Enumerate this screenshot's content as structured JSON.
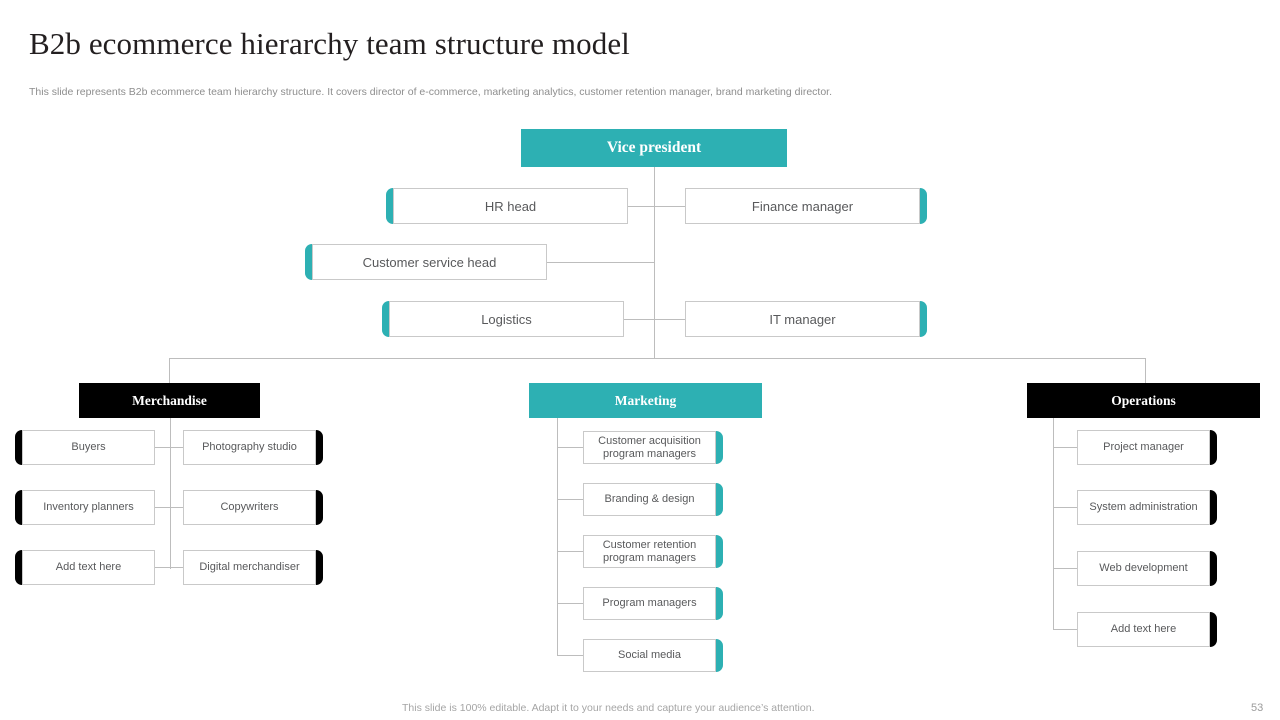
{
  "slide": {
    "title": "B2b ecommerce hierarchy team structure model",
    "subtitle": "This slide represents  B2b ecommerce team hierarchy structure. It covers director of e-commerce, marketing analytics, customer retention manager, brand marketing director.",
    "footer_note": "This slide is 100% editable. Adapt it to your needs and capture your audience’s attention.",
    "page_number": "53"
  },
  "colors": {
    "accent_teal": "#2db0b3",
    "accent_black": "#000000",
    "card_border": "#c9c9c9",
    "card_text": "#58595b",
    "connector": "#bdbdbd",
    "title_text": "#231f20",
    "subtitle_text": "#8e8e8e",
    "footer_text": "#a5a5a5"
  },
  "chart_data": {
    "type": "diagram",
    "diagram_kind": "organization-hierarchy",
    "title": "B2b ecommerce hierarchy team structure model",
    "root": {
      "label": "Vice president",
      "style": "teal-filled"
    },
    "executives": [
      {
        "label": "HR head",
        "side": "left",
        "accent": "teal"
      },
      {
        "label": "Finance manager",
        "side": "right",
        "accent": "teal"
      },
      {
        "label": "Customer service head",
        "side": "left",
        "accent": "teal"
      },
      {
        "label": "Logistics",
        "side": "left",
        "accent": "teal"
      },
      {
        "label": "IT manager",
        "side": "right",
        "accent": "teal"
      }
    ],
    "departments": [
      {
        "label": "Merchandise",
        "header_style": "black",
        "accent": "black",
        "columns": [
          {
            "side": "left",
            "items": [
              "Buyers",
              "Inventory planners",
              "Add text here"
            ]
          },
          {
            "side": "right",
            "items": [
              "Photography studio",
              "Copywriters",
              "Digital merchandiser"
            ]
          }
        ]
      },
      {
        "label": "Marketing",
        "header_style": "teal",
        "accent": "teal",
        "columns": [
          {
            "side": "right",
            "items": [
              "Customer acquisition program managers",
              "Branding & design",
              "Customer retention program managers",
              "Program managers",
              "Social media"
            ]
          }
        ]
      },
      {
        "label": "Operations",
        "header_style": "black",
        "accent": "black",
        "columns": [
          {
            "side": "right",
            "items": [
              "Project manager",
              "System administration",
              "Web development",
              "Add text here"
            ]
          }
        ]
      }
    ]
  },
  "nodes": {
    "root": "Vice president",
    "hr_head": "HR head",
    "finance_manager": "Finance manager",
    "customer_service_head": "Customer service head",
    "logistics": "Logistics",
    "it_manager": "IT manager",
    "dept_merchandise": "Merchandise",
    "dept_marketing": "Marketing",
    "dept_operations": "Operations",
    "m_buyers": "Buyers",
    "m_inventory": "Inventory planners",
    "m_add": "Add text here",
    "m_photo": "Photography studio",
    "m_copy": "Copywriters",
    "m_digital": "Digital merchandiser",
    "k_acq": "Customer acquisition program managers",
    "k_brand": "Branding & design",
    "k_ret": "Customer retention program managers",
    "k_prog": "Program managers",
    "k_social": "Social media",
    "o_pm": "Project manager",
    "o_sys": "System administration",
    "o_web": "Web development",
    "o_add": "Add text here"
  }
}
